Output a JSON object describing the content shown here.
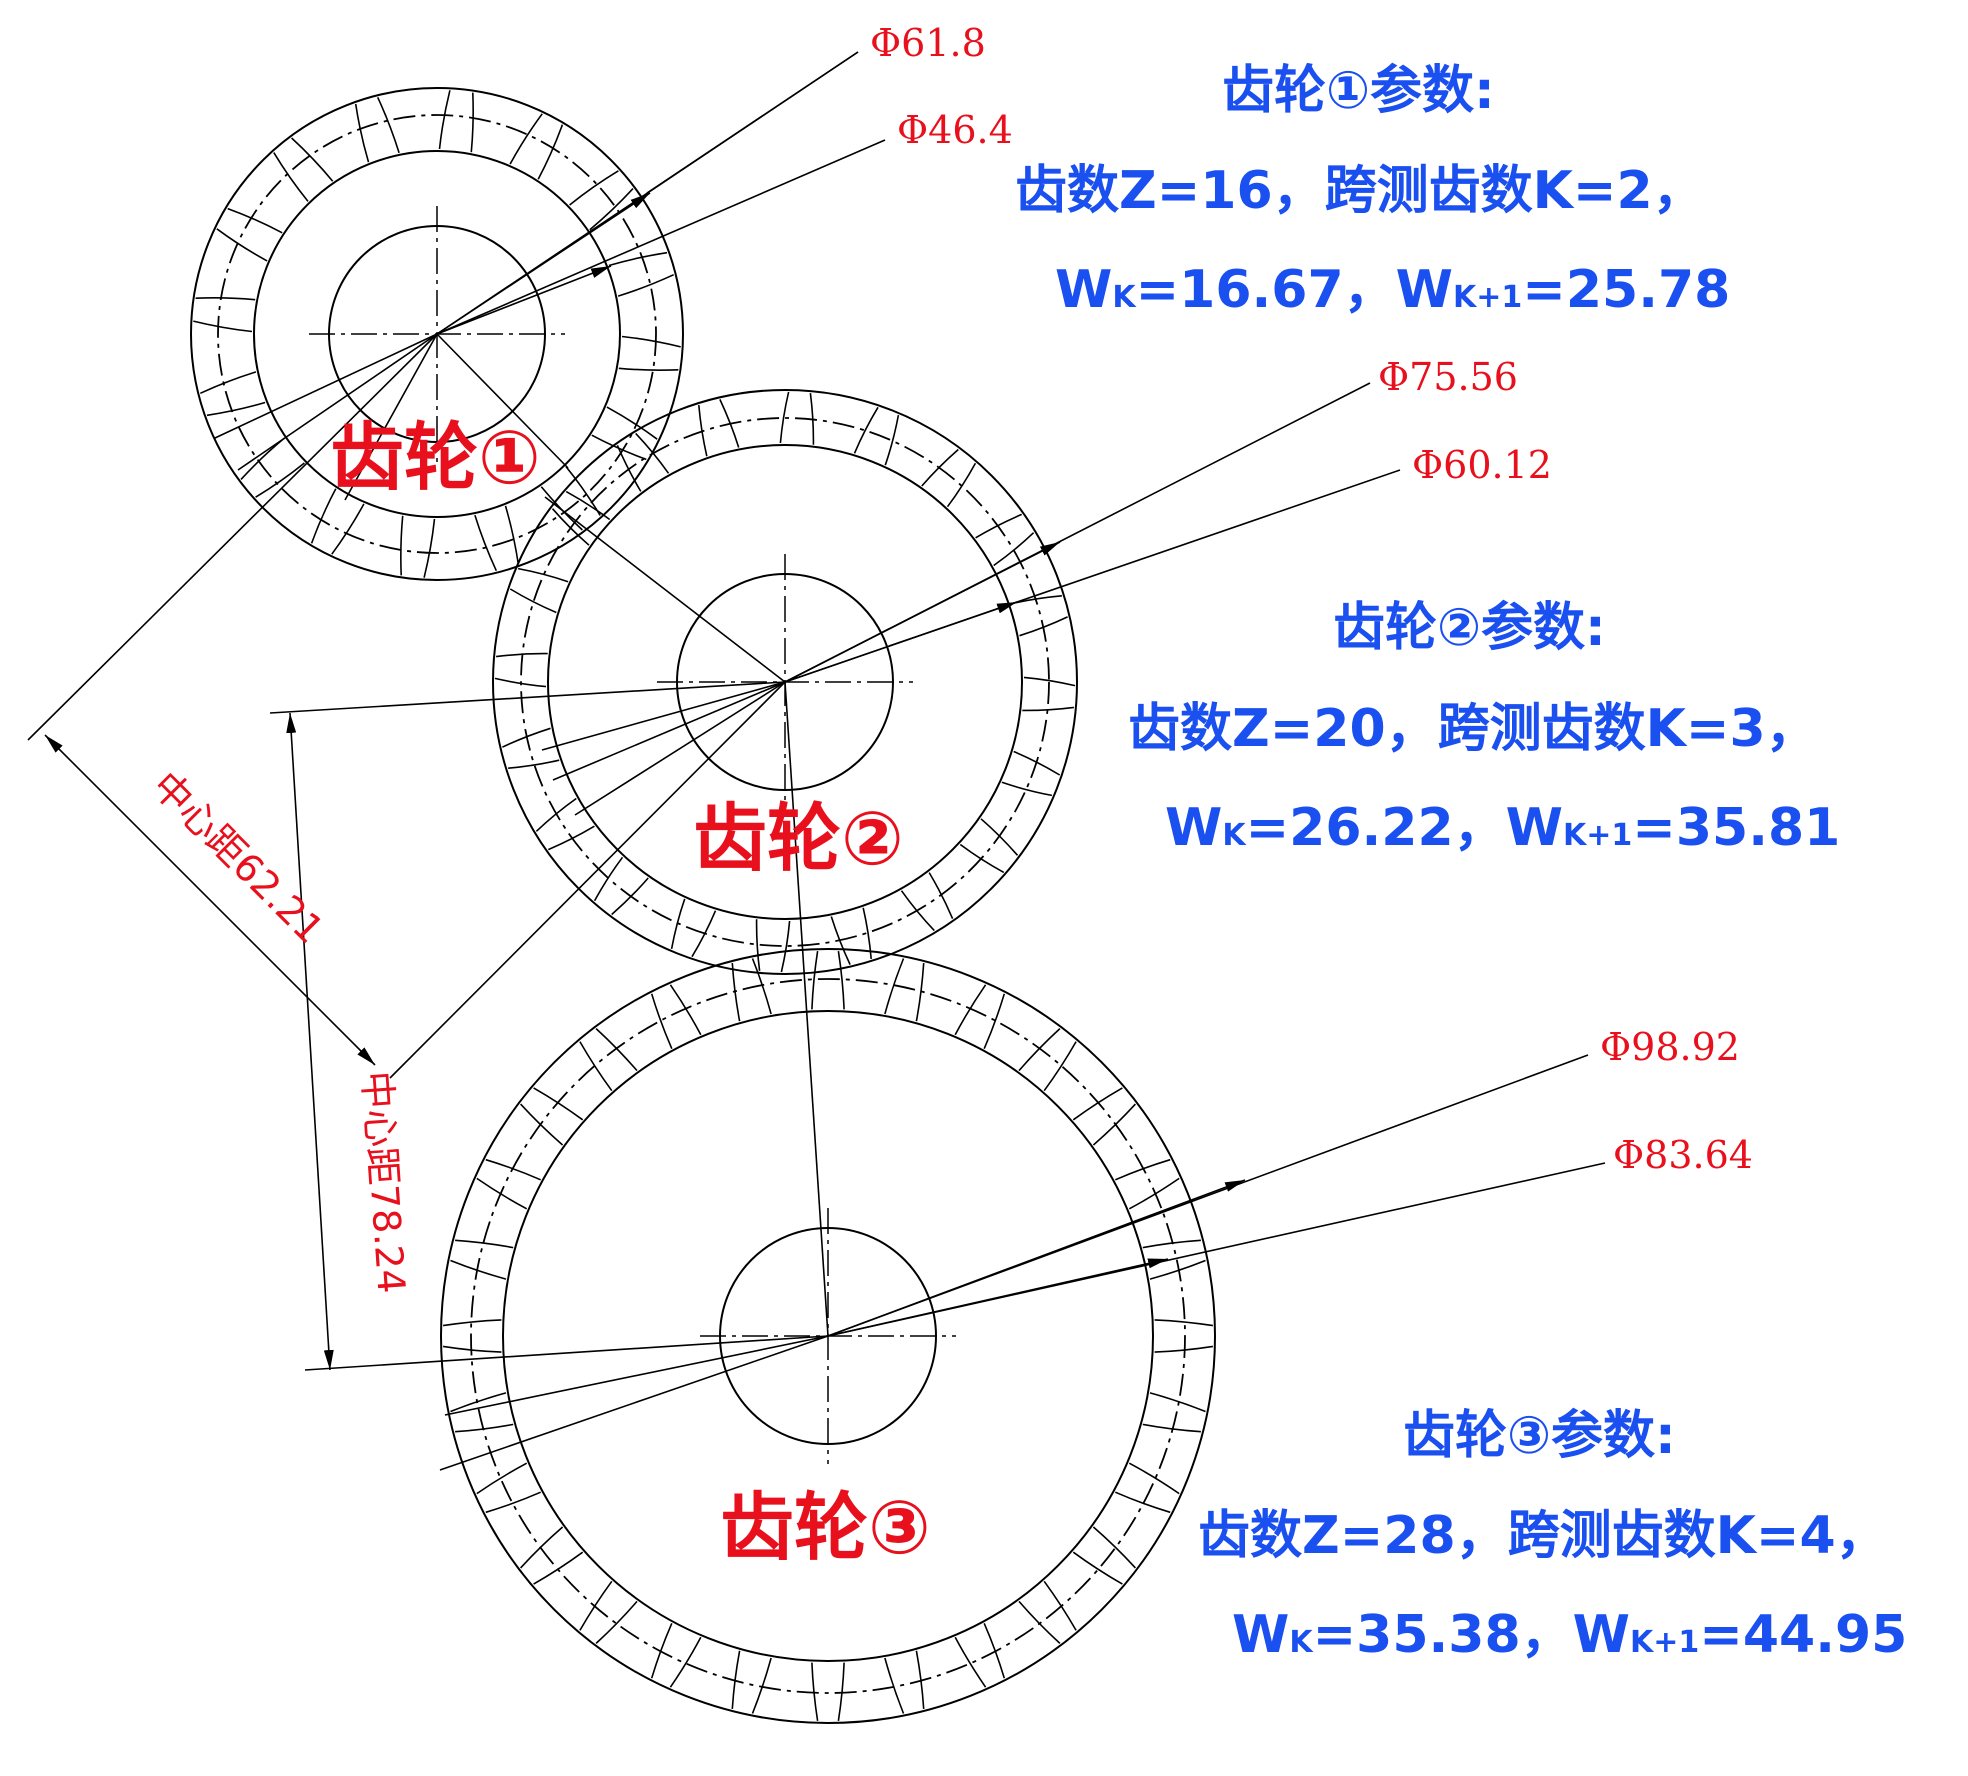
{
  "colors": {
    "dimension_text": "#e8101c",
    "parameter_text": "#1a4ff0",
    "line": "#000000"
  },
  "gears": [
    {
      "label": "齿轮①",
      "teeth": 16,
      "dim_outer": "Φ61.8",
      "dim_root": "Φ46.4",
      "params_title": "齿轮①参数:",
      "params_line1": "齿数Z=16，跨测齿数K=2，",
      "wk_label": "W",
      "wk_sub": "K",
      "wk_value": "=16.67，",
      "wk1_label": "W",
      "wk1_sub": "K+1",
      "wk1_value": "=25.78"
    },
    {
      "label": "齿轮②",
      "teeth": 20,
      "dim_outer": "Φ75.56",
      "dim_root": "Φ60.12",
      "params_title": "齿轮②参数:",
      "params_line1": "齿数Z=20，跨测齿数K=3，",
      "wk_label": "W",
      "wk_sub": "K",
      "wk_value": "=26.22，",
      "wk1_label": "W",
      "wk1_sub": "K+1",
      "wk1_value": "=35.81"
    },
    {
      "label": "齿轮③",
      "teeth": 28,
      "dim_outer": "Φ98.92",
      "dim_root": "Φ83.64",
      "params_title": "齿轮③参数:",
      "params_line1": "齿数Z=28，跨测齿数K=4，",
      "wk_label": "W",
      "wk_sub": "K",
      "wk_value": "=35.38，",
      "wk1_label": "W",
      "wk1_sub": "K+1",
      "wk1_value": "=44.95"
    }
  ],
  "center_distances": [
    {
      "text": "中心距62.21"
    },
    {
      "text": "中心距78.24"
    }
  ]
}
